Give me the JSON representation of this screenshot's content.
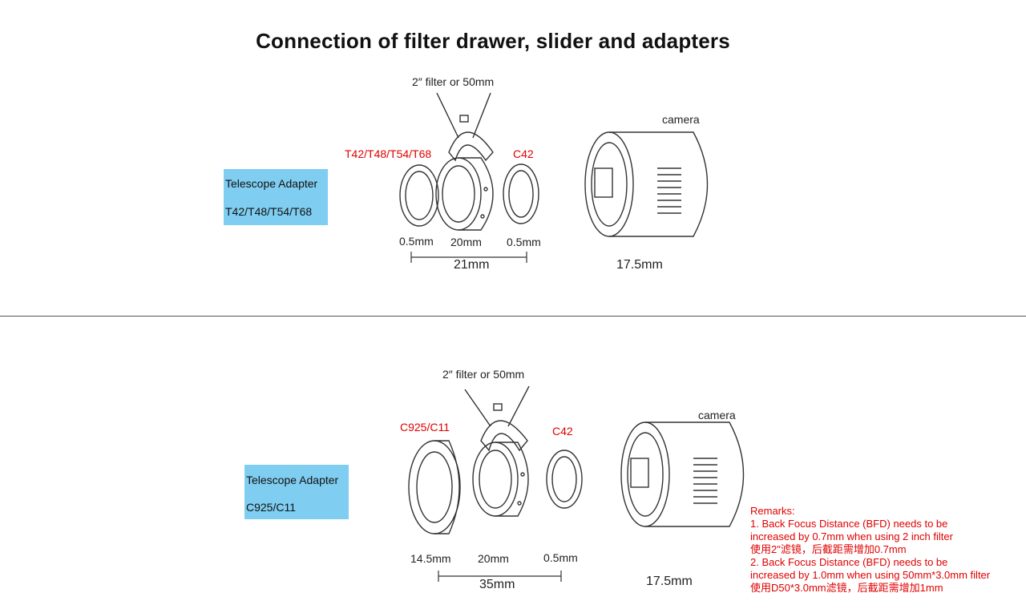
{
  "title": "Connection of filter drawer, slider and adapters",
  "section1": {
    "filter_label": "2″ filter  or  50mm",
    "adapter_left_label": "T42/T48/T54/T68",
    "adapter_right_label": "C42",
    "camera_label": "camera",
    "box_line1": "Telescope Adapter",
    "box_line2": "T42/T48/T54/T68",
    "dim_left": "0.5mm",
    "dim_mid": "20mm",
    "dim_right": "0.5mm",
    "total": "21mm",
    "camera_bfd": "17.5mm"
  },
  "section2": {
    "filter_label": "2″ filter  or  50mm",
    "adapter_left_label": "C925/C11",
    "adapter_right_label": "C42",
    "camera_label": "camera",
    "box_line1": "Telescope Adapter",
    "box_line2": "C925/C11",
    "dim_left": "14.5mm",
    "dim_mid": "20mm",
    "dim_right": "0.5mm",
    "total": "35mm",
    "camera_bfd": "17.5mm"
  },
  "remarks": {
    "heading": "Remarks:",
    "line1": "1. Back Focus Distance (BFD) needs to be",
    "line2": "increased by 0.7mm when using  2 inch filter",
    "line3": "使用2\"滤镜，后截距需增加0.7mm",
    "line4": "2. Back Focus Distance (BFD) needs to be",
    "line5": "increased by 1.0mm when using 50mm*3.0mm filter",
    "line6": "使用D50*3.0mm滤镜，后截距需增加1mm"
  },
  "colors": {
    "accent_red": "#e00000",
    "box_blue": "#7fcdf0"
  }
}
